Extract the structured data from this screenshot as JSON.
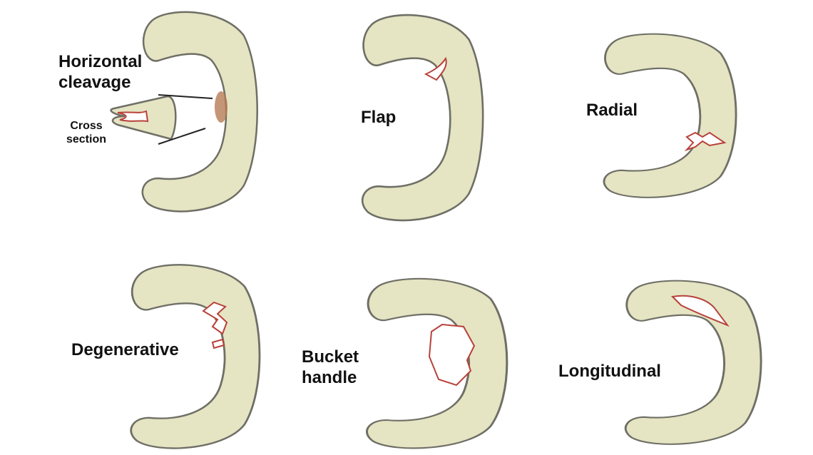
{
  "labels": {
    "horizontal": "Horizontal cleavage",
    "cross_section": "Cross section",
    "flap": "Flap",
    "radial": "Radial",
    "degenerative": "Degenerative",
    "bucket": "Bucket handle",
    "longitudinal": "Longitudinal"
  },
  "colors": {
    "meniscus": "#e5e4c3",
    "tear": "#b8413a",
    "outline": "#6f6f66"
  }
}
